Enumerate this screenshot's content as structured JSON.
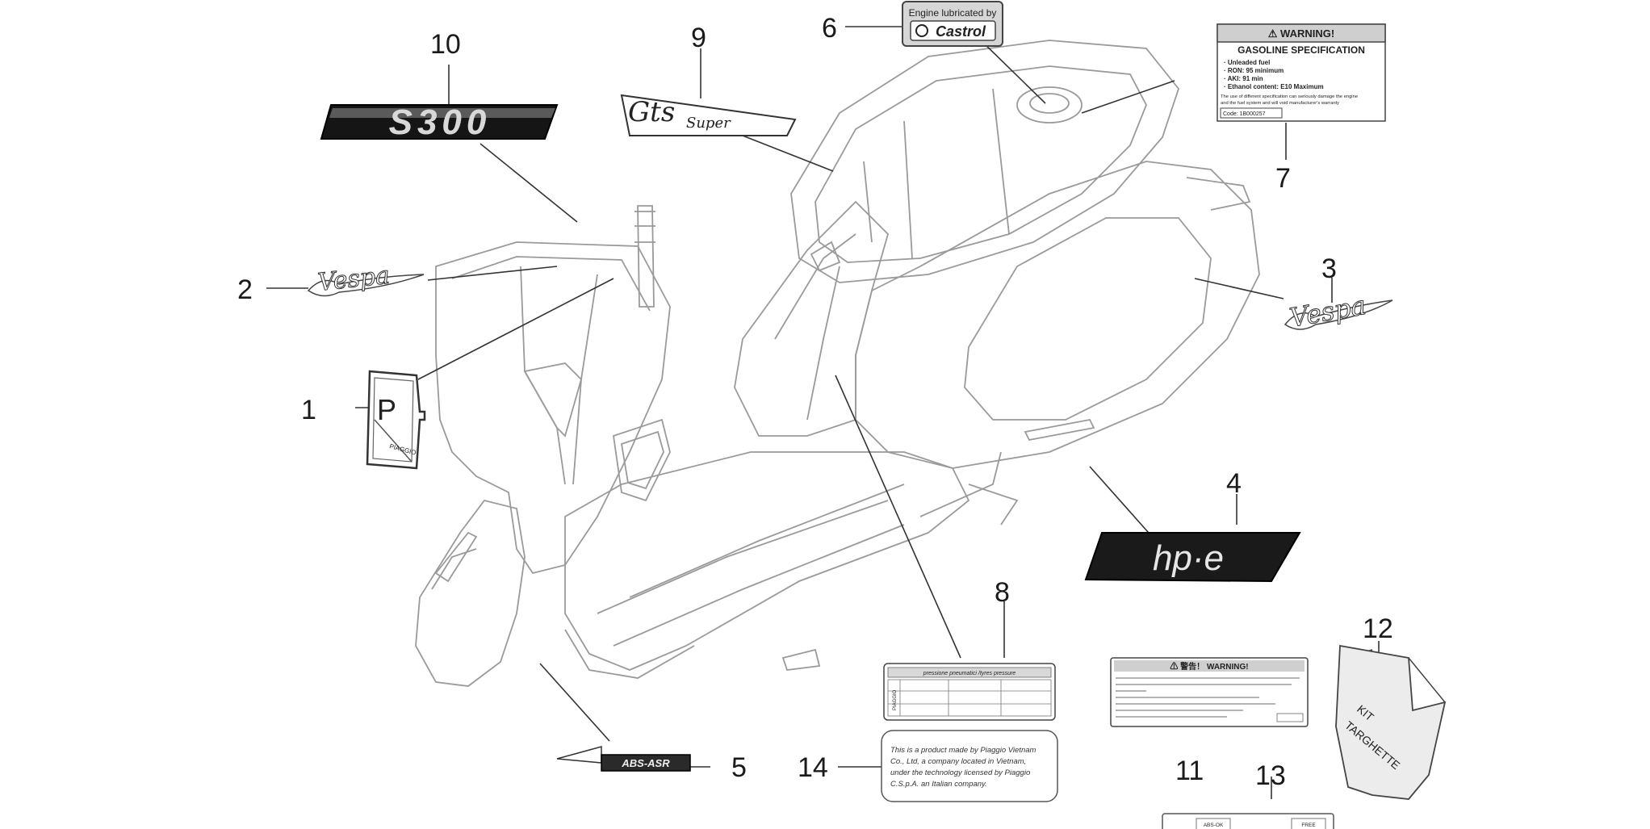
{
  "callouts": [
    {
      "n": "1"
    },
    {
      "n": "2"
    },
    {
      "n": "3"
    },
    {
      "n": "4"
    },
    {
      "n": "5"
    },
    {
      "n": "6"
    },
    {
      "n": "7"
    },
    {
      "n": "8"
    },
    {
      "n": "9"
    },
    {
      "n": "10"
    },
    {
      "n": "11"
    },
    {
      "n": "12"
    },
    {
      "n": "13"
    },
    {
      "n": "14"
    }
  ],
  "badges": {
    "s300": "S300",
    "gts": "Gts",
    "super": "Super",
    "vespa": "Vespa",
    "hpe": "hp·e",
    "abs_asr": "ABS-ASR",
    "p_letter": "P",
    "piaggio": "PIAGGIO"
  },
  "castrol": {
    "line1": "Engine lubricated by",
    "brand": "Castrol"
  },
  "fuel_warning": {
    "header": "⚠ WARNING!",
    "title": "GASOLINE SPECIFICATION",
    "lines": [
      "· Unleaded fuel",
      "· RON: 95 minimum",
      "· AKI: 91 min",
      "· Ethanol content: E10 Maximum"
    ],
    "note1": "The use of different specification can seriously damage the engine",
    "note2": "and the fuel system and will void manufacturer's warranty",
    "code": "Code: 1B000257"
  },
  "tyre_label": {
    "header": "pressione pneumatici /tyres pressure",
    "side": "PIAGGIO"
  },
  "china_warning": {
    "header": "⚠  警告！  WARNING!"
  },
  "vietnam_notice": {
    "lines": [
      "This is a product made by Piaggio Vietnam",
      "Co., Ltd, a company located in Vietnam,",
      "under the technology licensed by Piaggio",
      "C.S.p.A. an Italian company."
    ]
  },
  "kit_bag": {
    "line1": "KIT",
    "line2": "TARGHETTE"
  },
  "abs_strip": {
    "left": "ABS-OK",
    "right": "FREE"
  }
}
